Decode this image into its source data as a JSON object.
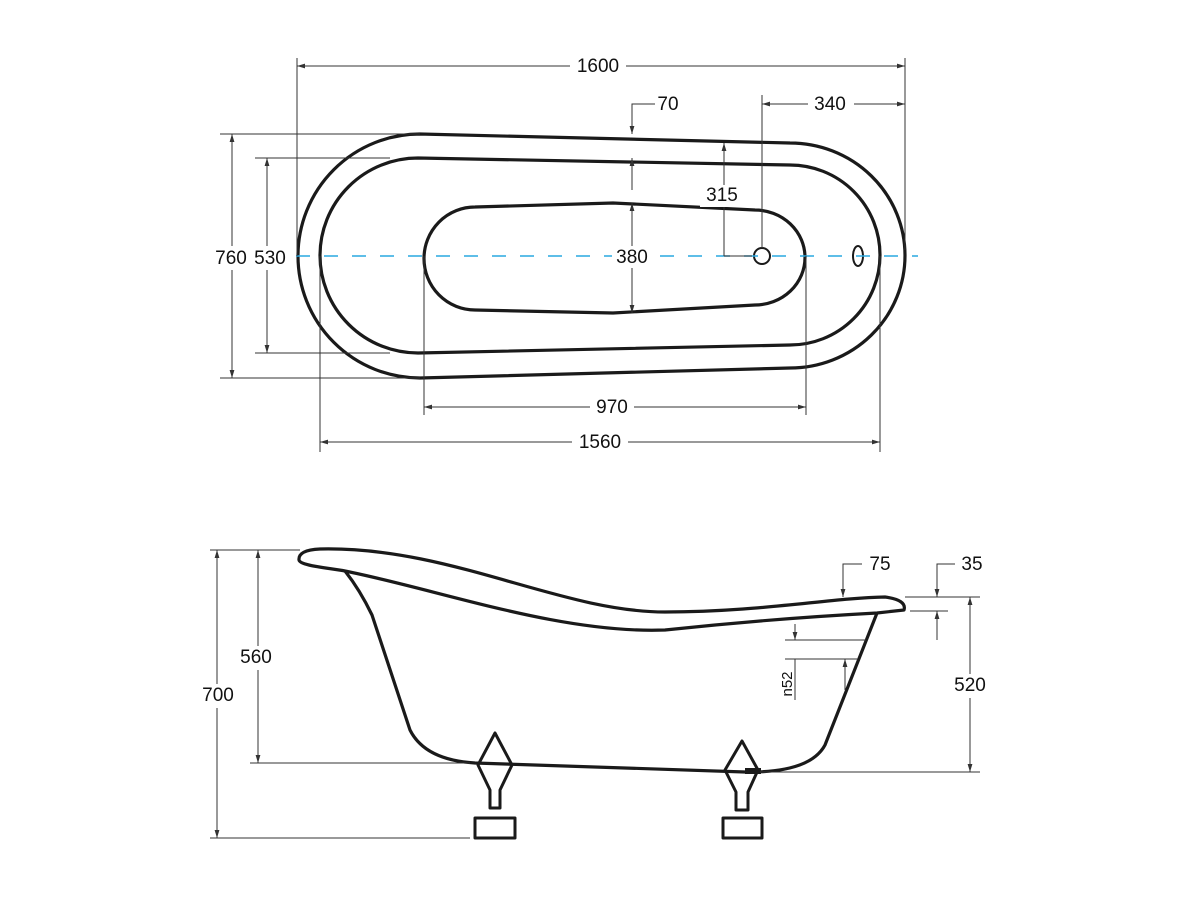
{
  "top_view": {
    "dims": {
      "overall_length": "1600",
      "rim_width_top": "70",
      "drain_from_end": "340",
      "drain_offset": "315",
      "overall_width": "760",
      "inner_width": "530",
      "basin_width": "380",
      "basin_length": "970",
      "inner_length": "1560"
    },
    "centerline_color": "#29a8e0"
  },
  "side_view": {
    "dims": {
      "overall_height": "700",
      "inner_height": "560",
      "rim_height": "520",
      "rim_thickness": "75",
      "rim_edge": "35",
      "overflow_label": "n52"
    }
  }
}
